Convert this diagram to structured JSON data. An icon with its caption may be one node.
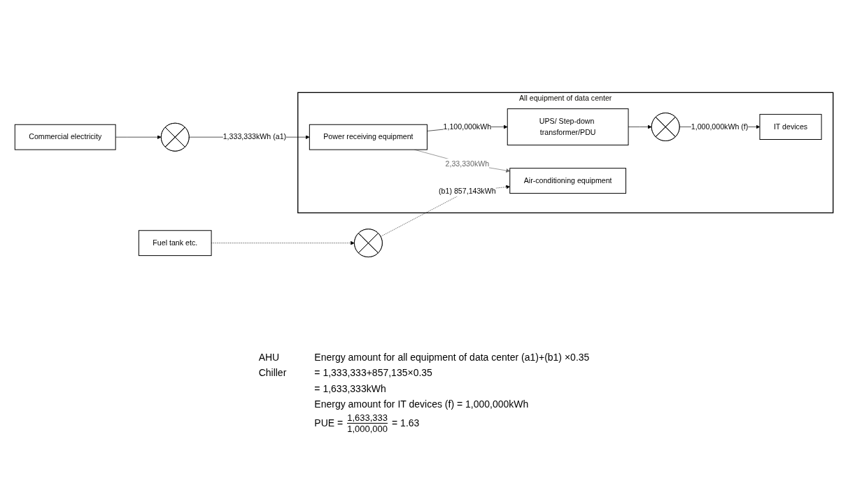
{
  "diagram": {
    "nodes": [
      {
        "text": [
          "All equipment of data center"
        ]
      },
      {
        "text": [
          "Commercial electricity"
        ]
      },
      {
        "text": [],
        "shape": "circle"
      },
      {
        "text": [
          "Power receiving equipment"
        ],
        "in": 0
      },
      {
        "text": [
          "UPS/ Step-down transformer/PDU"
        ],
        "in": 0
      },
      {
        "text": [],
        "shape": "circle",
        "in": 0
      },
      {
        "text": [
          "IT devices"
        ],
        "in": 0
      },
      {
        "text": [
          "Fuel tank etc."
        ]
      },
      {
        "text": [],
        "shape": "circle"
      },
      {
        "text": [
          "Air-conditioning equipment"
        ],
        "in": 0
      }
    ],
    "edges": [
      {
        "from": 1,
        "to": 2,
        "arrow": "to"
      },
      {
        "from": 2,
        "to": 3,
        "arrow": "to",
        "label": "1,333,333kWh (a1)"
      },
      {
        "from": 3,
        "to": 4,
        "arrow": "to",
        "label": "1,100,000kWh"
      },
      {
        "from": 4,
        "to": 5,
        "arrow": "to"
      },
      {
        "from": 5,
        "to": 6,
        "arrow": "to",
        "label": "1,000,000kWh (f)"
      },
      {
        "from": 3,
        "to": 9,
        "arrow": "to",
        "label": "2,33,330kWh",
        "color": "#666666"
      },
      {
        "from": 7,
        "to": 8,
        "arrow": "to",
        "style": "dashed"
      },
      {
        "from": 8,
        "to": 9,
        "arrow": "to",
        "style": "dashed",
        "label": "(b1) 857,143kWh"
      }
    ],
    "labels": [
      "AHU",
      "Chiller",
      "Energy amount for all equipment of data center (a1)+(b1) ×0.35",
      "= 1,333,333+857,135×0.35",
      "= 1,633,333kWh",
      "Energy amount for IT devices (f) = 1,000,000kWh",
      "PUE =",
      "1,633,333",
      "1,000,000",
      "= 1.63"
    ]
  }
}
